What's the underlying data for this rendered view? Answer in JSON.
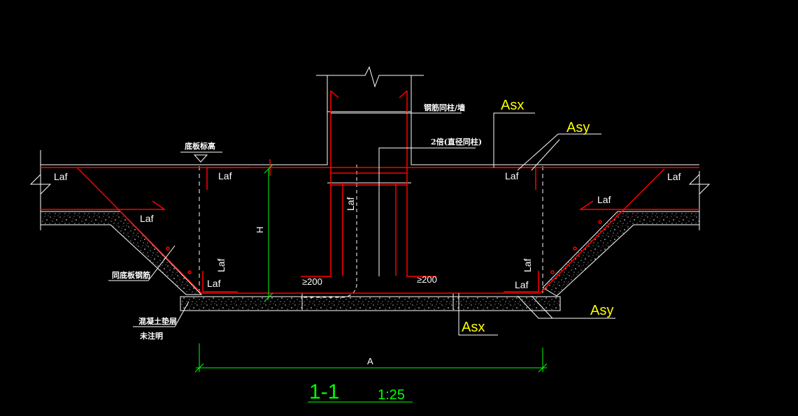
{
  "colors": {
    "background": "#000000",
    "rebar": "#ff0000",
    "outline": "#ffffff",
    "label": "#ffffff",
    "callout": "#ffff00",
    "dimension": "#00ff00",
    "concrete": "#9a9a9a"
  },
  "labels": {
    "laf": "Laf",
    "asx": "Asx",
    "asy": "Asy",
    "ge200": "≥200",
    "height": "H",
    "width": "A"
  },
  "annotations": {
    "steel_column_wall": "钢筋同柱/墙",
    "two_d": "2倍(直径同柱)",
    "bottom_elevation": "底板标高",
    "same_bottom_rebar": "同底板钢筋",
    "concrete_cushion": "混凝土垫层",
    "unspecified": "未注明"
  },
  "title": {
    "section": "1-1",
    "scale": "1:25"
  }
}
